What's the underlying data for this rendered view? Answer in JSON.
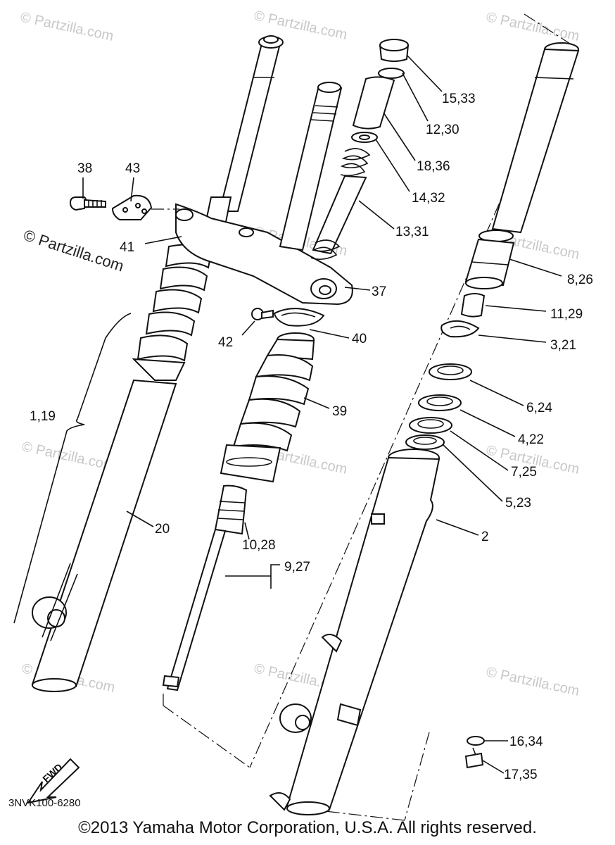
{
  "diagram": {
    "watermark_text": "© Partzilla.com",
    "code": "3NVK100-6280",
    "fwd_label": "FWD",
    "callouts": {
      "c15_33": "15,33",
      "c12_30": "12,30",
      "c18_36": "18,36",
      "c14_32": "14,32",
      "c13_31": "13,31",
      "c38": "38",
      "c43": "43",
      "c41": "41",
      "c37": "37",
      "c8_26": "8,26",
      "c11_29": "11,29",
      "c3_21": "3,21",
      "c42": "42",
      "c40": "40",
      "c6_24": "6,24",
      "c4_22": "4,22",
      "c7_25": "7,25",
      "c5_23": "5,23",
      "c1_19": "1,19",
      "c39": "39",
      "c2": "2",
      "c20": "20",
      "c10_28": "10,28",
      "c9_27": "9,27",
      "c16_34": "16,34",
      "c17_35": "17,35"
    }
  },
  "footer": {
    "copyright": "©2013 Yamaha Motor Corporation, U.S.A. All rights reserved."
  }
}
